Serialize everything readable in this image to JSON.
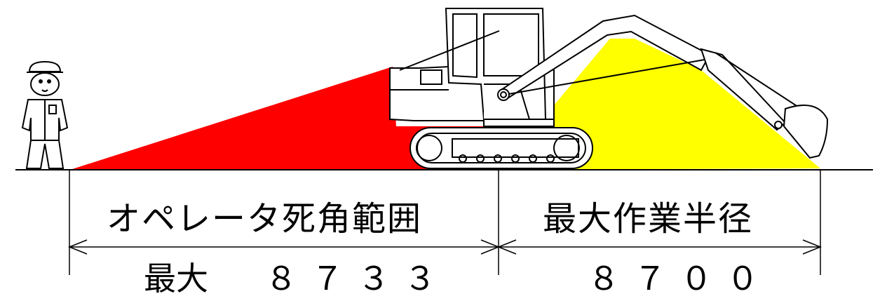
{
  "labels": {
    "blind_spot": "オペレータ死角範囲",
    "work_radius": "最大作業半径",
    "blind_spot_prefix": "最大",
    "blind_spot_value": "８７３３",
    "work_radius_value": "８７００"
  },
  "colors": {
    "blind_spot_fill": "#ff0000",
    "work_radius_fill": "#ffff00",
    "line": "#000000"
  }
}
